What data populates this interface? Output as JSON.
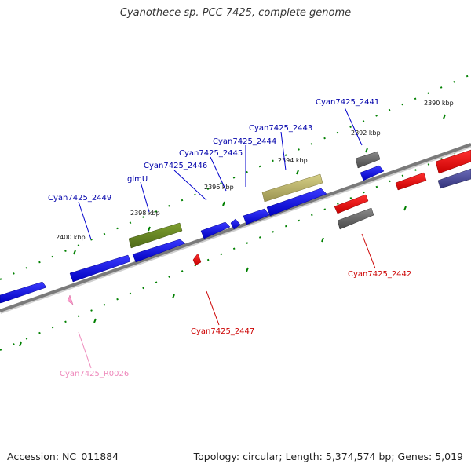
{
  "title": "Cyanothece sp. PCC 7425, complete genome",
  "footer": {
    "accession": "Accession: NC_011884",
    "topology": "Topology: circular; Length: 5,374,574 bp; Genes: 5,019"
  },
  "ruler_labels": [
    "2390 kbp",
    "2392 kbp",
    "2394 kbp",
    "2396 kbp",
    "2398 kbp",
    "2400 kbp"
  ],
  "gene_labels": [
    {
      "text": "Cyan7425_2441",
      "color": "#0000aa"
    },
    {
      "text": "Cyan7425_2443",
      "color": "#0000aa"
    },
    {
      "text": "Cyan7425_2444",
      "color": "#0000aa"
    },
    {
      "text": "Cyan7425_2445",
      "color": "#0000aa"
    },
    {
      "text": "Cyan7425_2446",
      "color": "#0000aa"
    },
    {
      "text": "glmU",
      "color": "#0000aa"
    },
    {
      "text": "Cyan7425_2449",
      "color": "#0000aa"
    },
    {
      "text": "Cyan7425_2442",
      "color": "#cc0000"
    },
    {
      "text": "Cyan7425_2447",
      "color": "#cc0000"
    },
    {
      "text": "Cyan7425_R0026",
      "color": "#ee88bb"
    }
  ],
  "colors": {
    "forward_cds": "#1010e0",
    "reverse_cds": "#ff0000",
    "rna": "#ff99cc",
    "gray_feature": "#666666",
    "olive_feature": "#6b8e23",
    "khaki_feature": "#bdb76b",
    "slate_feature": "#4b4b9b",
    "backbone": "#808080",
    "ruler": "#008000"
  }
}
